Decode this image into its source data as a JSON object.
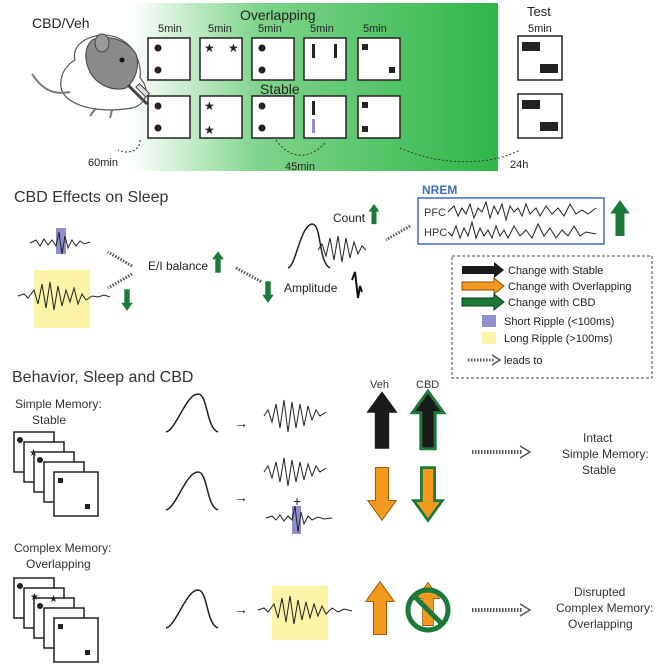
{
  "protocol": {
    "group_label": "CBD/Veh",
    "overlapping_label": "Overlapping",
    "stable_label": "Stable",
    "test_label": "Test",
    "durations": [
      "5min",
      "5min",
      "5min",
      "5min",
      "5min"
    ],
    "test_duration": "5min",
    "delays": [
      "60min",
      "45min",
      "24h"
    ]
  },
  "sleep_section": {
    "title": "CBD Effects on Sleep",
    "count_label": "Count",
    "ei_label": "E/I balance",
    "amplitude_label": "Amplitude",
    "nrem_label": "NREM",
    "pfc_label": "PFC",
    "hpc_label": "HPC"
  },
  "legend": {
    "items": [
      {
        "label": "Change with Stable",
        "color": "#1a1a1a",
        "kind": "arrow"
      },
      {
        "label": "Change with Overlapping",
        "color": "#f39a1e",
        "kind": "arrow"
      },
      {
        "label": "Change with CBD",
        "color": "#1b7a3a",
        "kind": "arrow"
      },
      {
        "label": "Short Ripple (<100ms)",
        "color": "#8f8fcf",
        "kind": "box"
      },
      {
        "label": "Long Ripple (>100ms)",
        "color": "#fbf3a6",
        "kind": "box"
      },
      {
        "label": "leads to",
        "color": "#555555",
        "kind": "dotted"
      }
    ]
  },
  "behavior_section": {
    "title": "Behavior, Sleep and CBD",
    "simple_label_1": "Simple Memory:",
    "simple_label_2": "Stable",
    "complex_label_1": "Complex Memory:",
    "complex_label_2": "Overlapping",
    "veh_label": "Veh",
    "cbd_label": "CBD",
    "result1_l1": "Intact",
    "result1_l2": "Simple Memory:",
    "result1_l3": "Stable",
    "result2_l1": "Disrupted",
    "result2_l2": "Complex Memory:",
    "result2_l3": "Overlapping"
  },
  "colors": {
    "green": "#1b7a3a",
    "orange": "#f39a1e",
    "black": "#1a1a1a",
    "blue_box": "#3f6fbf",
    "short_ripple": "#8f8fcf",
    "long_ripple": "#fbf3a6",
    "gradient_green": "#2fb648"
  }
}
